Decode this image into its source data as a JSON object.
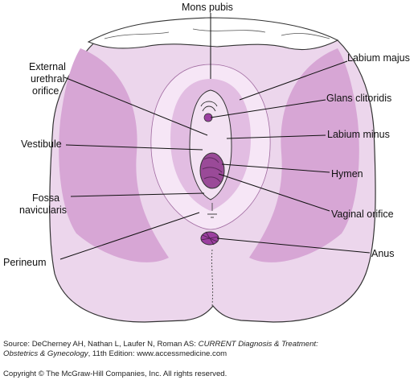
{
  "labels": {
    "mons_pubis": "Mons pubis",
    "external_urethral_orifice": [
      "External",
      "urethral",
      "orifice"
    ],
    "labium_majus": "Labium majus",
    "glans_clitoridis": "Glans clitoridis",
    "labium_minus": "Labium minus",
    "vestibule": "Vestibule",
    "hymen": "Hymen",
    "fossa_navicularis": [
      "Fossa",
      "navicularis"
    ],
    "vaginal_orifice": "Vaginal orifice",
    "perineum": "Perineum",
    "anus": "Anus"
  },
  "citation": {
    "prefix": "Source: DeCherney AH, Nathan L, Laufer N, Roman AS: ",
    "title_part1": "CURRENT Diagnosis & Treatment:",
    "title_part2": "Obstetrics & Gynecology",
    "suffix": ", 11th Edition: www.accessmedicine.com",
    "copyright": "Copyright © The McGraw-Hill Companies, Inc. All rights reserved."
  },
  "colors": {
    "skin_outer": "#ecd6ec",
    "skin_mid": "#d7a6d5",
    "skin_light": "#f6e6f6",
    "tissue_dark": "#b76fb4",
    "vaginal": "#9a4a98",
    "glans": "#9b3fa0",
    "thigh_top": "#ffffff"
  }
}
